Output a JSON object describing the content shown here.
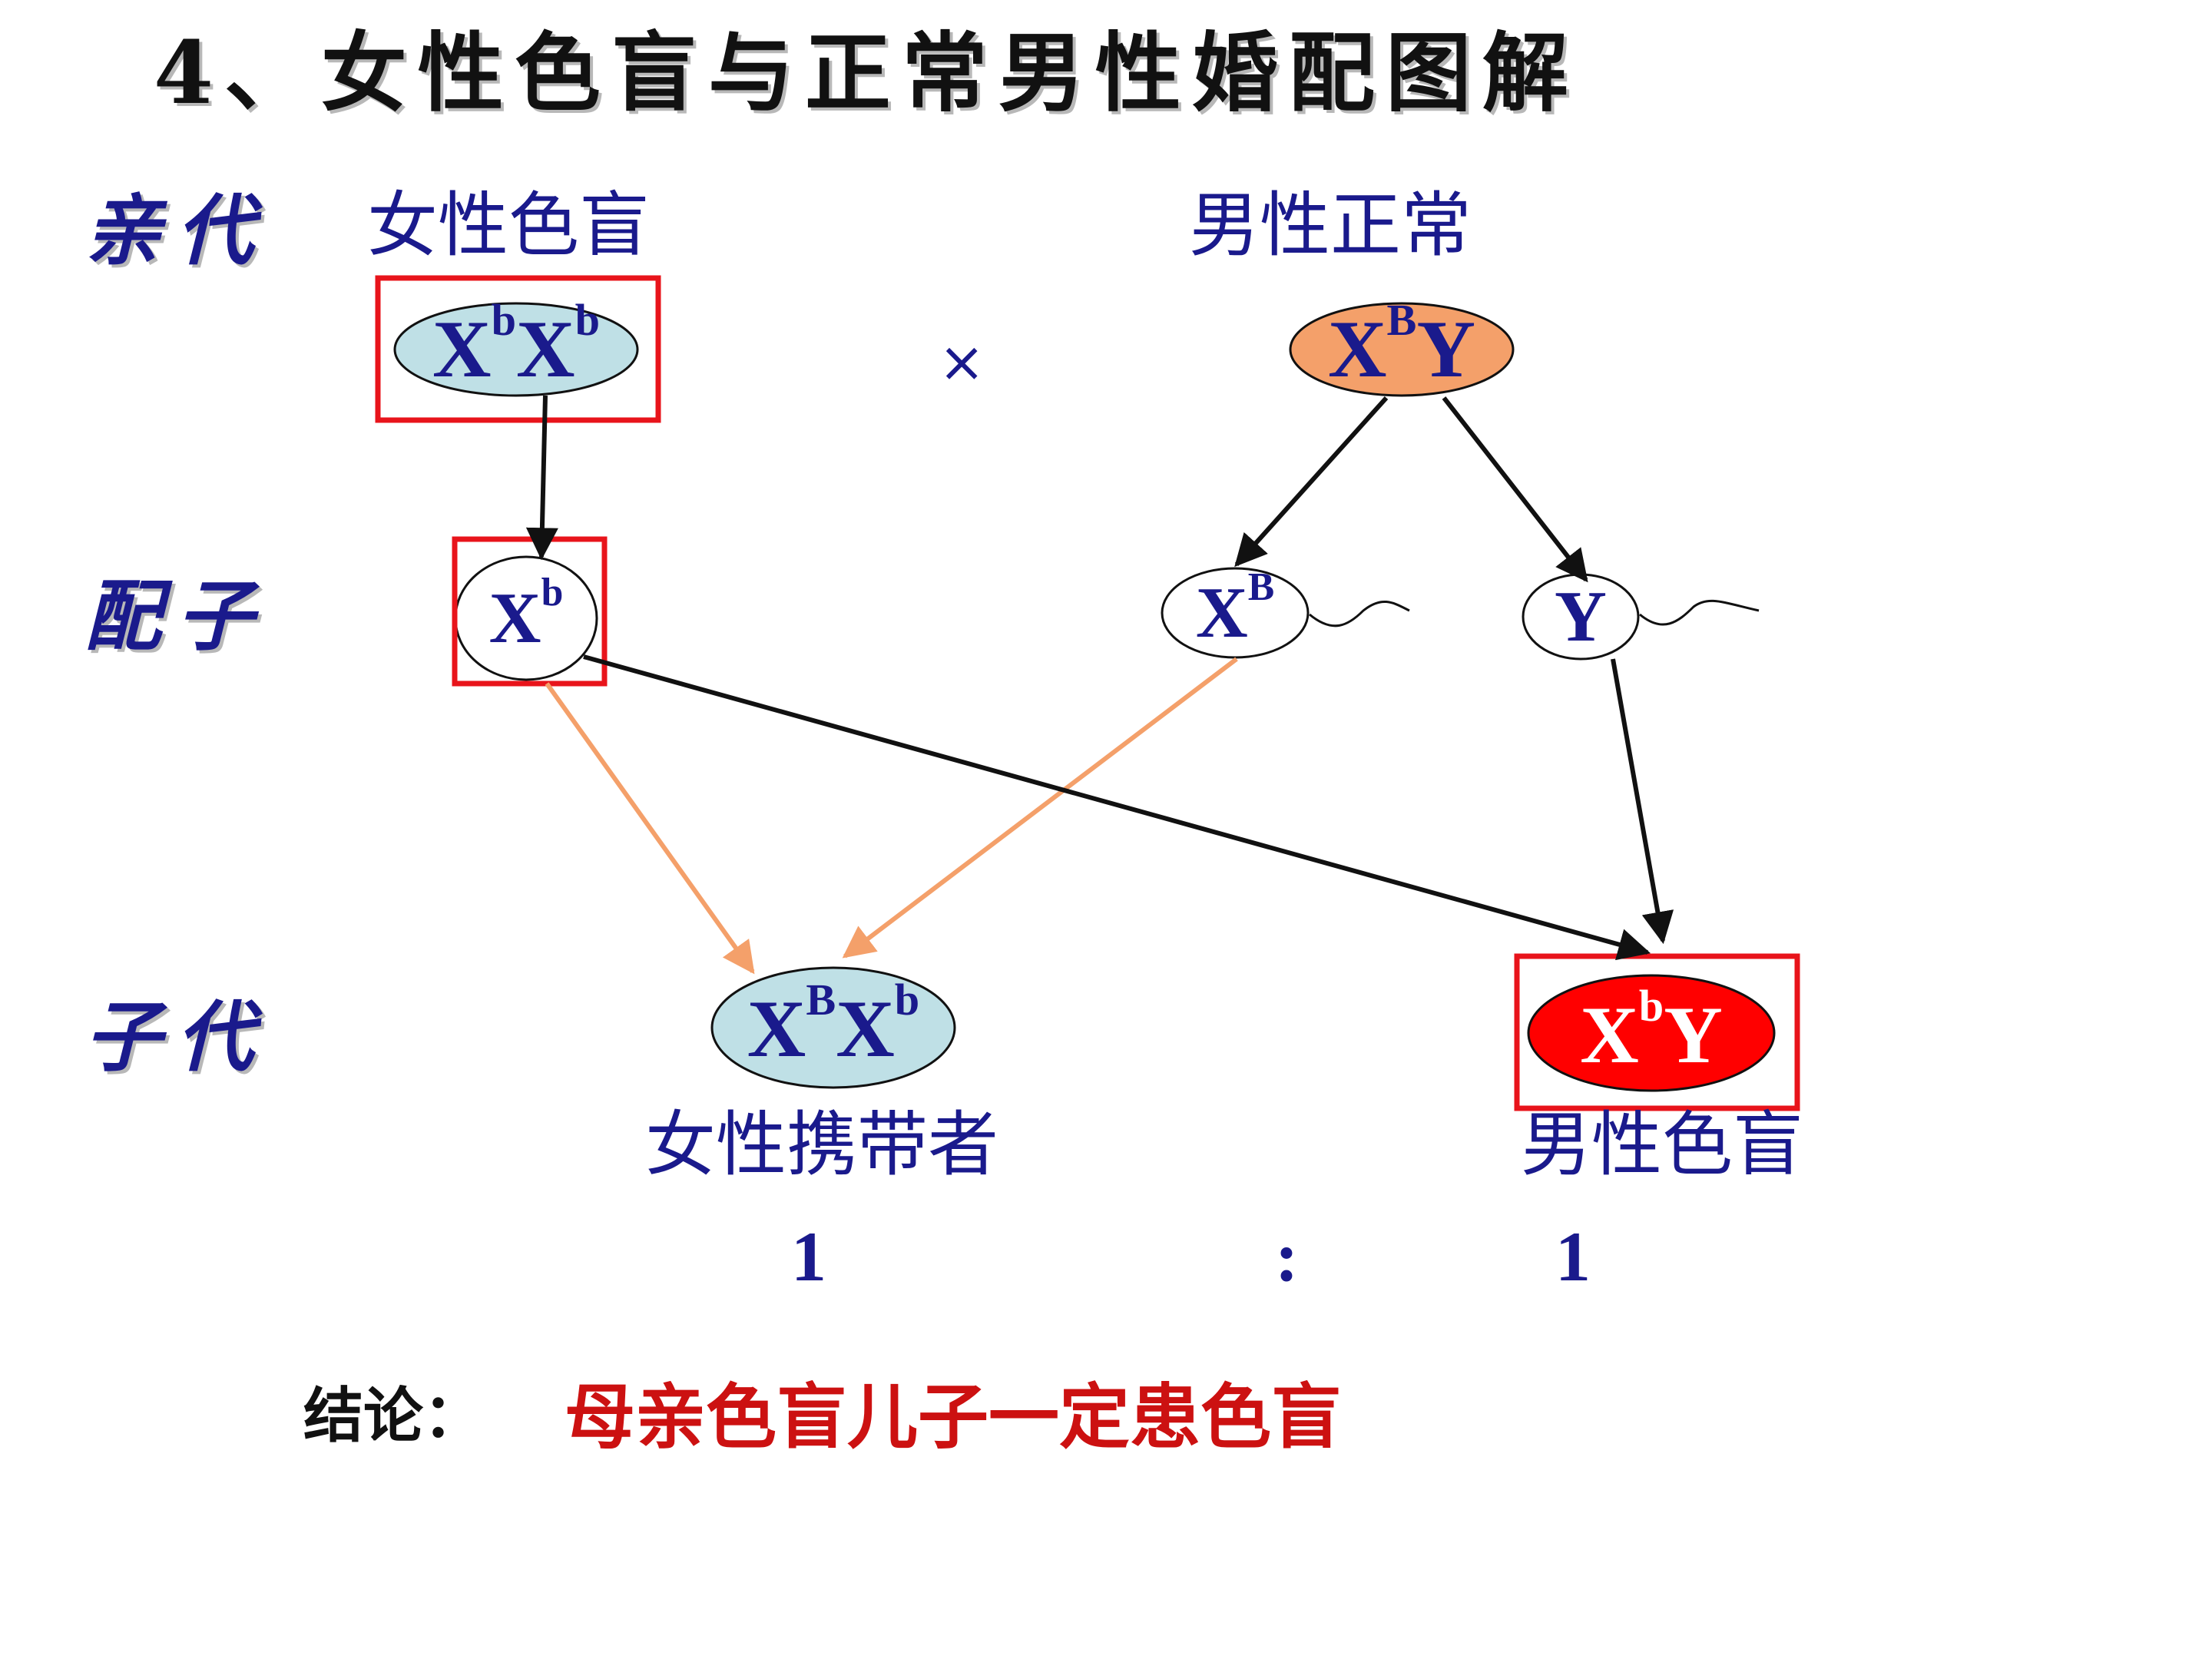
{
  "title": "4、女性色盲与正常男性婚配图解",
  "rows": {
    "parents": "亲代",
    "gametes": "配子",
    "offspring": "子代"
  },
  "parents": {
    "female_phenotype": "女性色盲",
    "male_phenotype": "男性正常",
    "cross_symbol": "×",
    "female_genotype": {
      "base1": "X",
      "sup1": "b",
      "base2": "X",
      "sup2": "b"
    },
    "male_genotype": {
      "base1": "X",
      "sup1": "B",
      "base2": "Y"
    }
  },
  "gametes": {
    "female": {
      "base": "X",
      "sup": "b"
    },
    "male_x": {
      "base": "X",
      "sup": "B"
    },
    "male_y": {
      "base": "Y"
    }
  },
  "offspring": {
    "daughter_genotype": {
      "base1": "X",
      "sup1": "B",
      "base2": "X",
      "sup2": "b"
    },
    "son_genotype": {
      "base1": "X",
      "sup1": "b",
      "base2": "Y"
    },
    "daughter_phenotype": "女性携带者",
    "son_phenotype": "男性色盲",
    "ratio_left": "1",
    "ratio_sep": ":",
    "ratio_right": "1"
  },
  "conclusion": {
    "label": "结论：",
    "text": "母亲色盲儿子一定患色盲"
  },
  "colors": {
    "text_blue": "#1a1a8c",
    "carrier_fill": "#bfe0e6",
    "male_normal_fill": "#f4a06a",
    "colorblind_male_fill": "#ff0000",
    "highlight_box": "#e8141b",
    "arrow_black": "#111111",
    "arrow_orange": "#f4a06a",
    "conclusion_red": "#cc1111"
  }
}
